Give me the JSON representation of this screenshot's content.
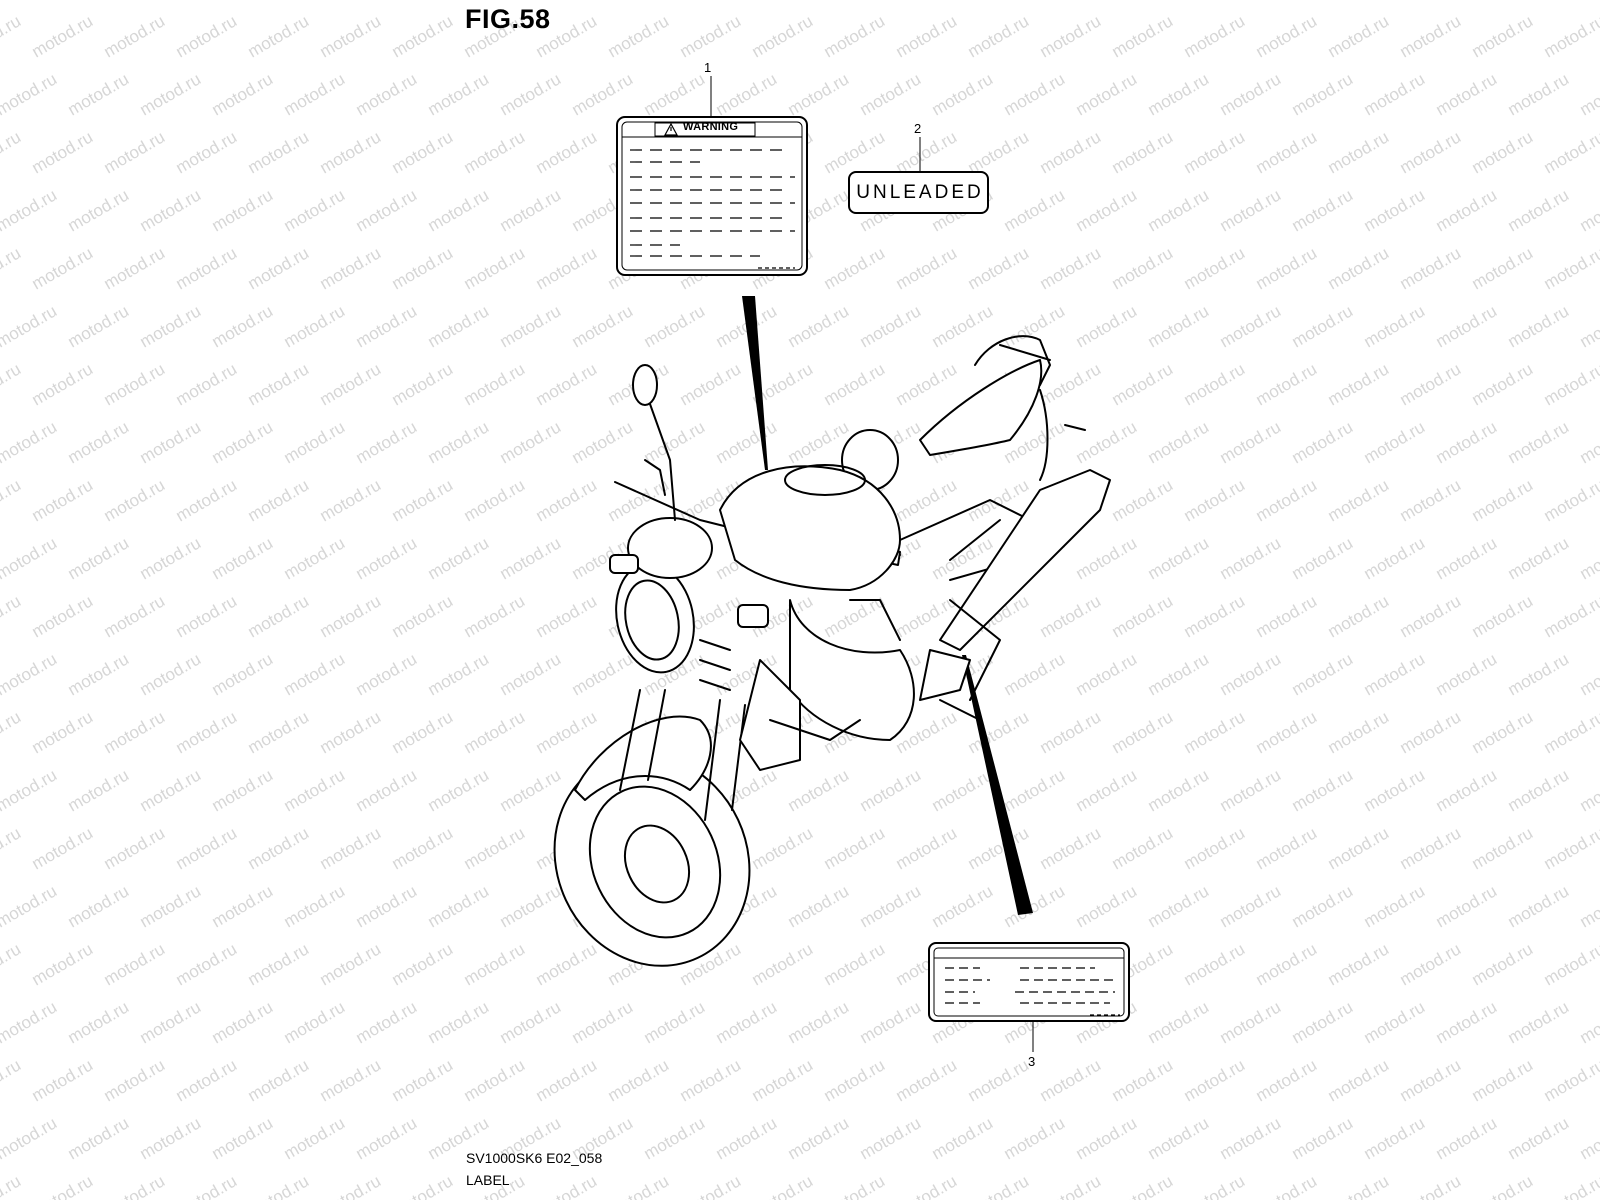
{
  "figure": {
    "title": "FIG.58",
    "code": "SV1000SK6 E02_058",
    "name": "LABEL"
  },
  "callouts": [
    "1",
    "2",
    "3"
  ],
  "labels": {
    "warning_header": "WARNING",
    "unleaded": "UNLEADED"
  },
  "watermark": {
    "text": "motod.ru",
    "color": "#d6d6d6"
  },
  "icons": {
    "warning": "warning-triangle-icon",
    "subject": "motorcycle-outline"
  },
  "colors": {
    "line": "#000000",
    "background": "#ffffff"
  }
}
